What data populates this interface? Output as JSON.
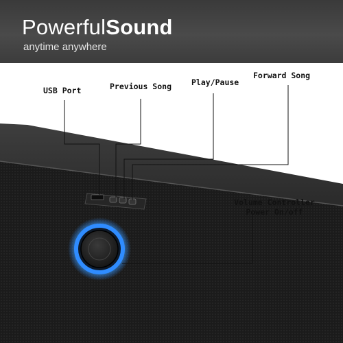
{
  "banner": {
    "title_light": "Powerful",
    "title_bold": "Sound",
    "subtitle": "anytime anywhere"
  },
  "callouts": {
    "usb_port": "USB Port",
    "previous_song": "Previous Song",
    "play_pause": "Play/Pause",
    "forward_song": "Forward Song",
    "volume_line1": "Volume Controller",
    "volume_line2": "Power On/off"
  },
  "colors": {
    "banner": "#404040",
    "speaker_body": "#1c1c1c",
    "led_ring": "#2f8cff"
  }
}
